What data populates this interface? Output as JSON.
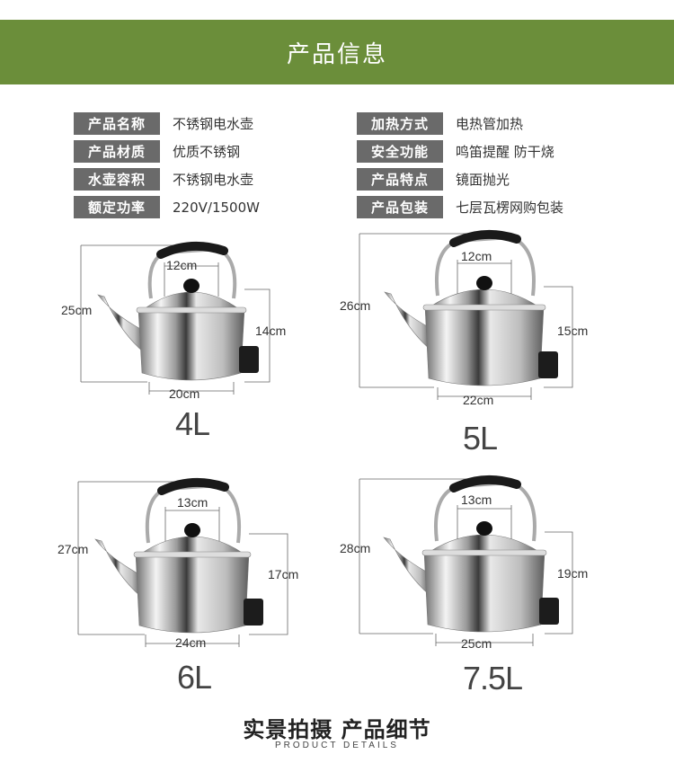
{
  "banner": {
    "title": "产品信息"
  },
  "specs_left": [
    {
      "key": "产品名称",
      "value": "不锈钢电水壶"
    },
    {
      "key": "产品材质",
      "value": "优质不锈钢"
    },
    {
      "key": "水壶容积",
      "value": "不锈钢电水壶"
    },
    {
      "key": "额定功率",
      "value": "220V/1500W"
    }
  ],
  "specs_right": [
    {
      "key": "加热方式",
      "value": "电热管加热"
    },
    {
      "key": "安全功能",
      "value": "鸣笛提醒 防干烧"
    },
    {
      "key": "产品特点",
      "value": "镜面抛光"
    },
    {
      "key": "产品包装",
      "value": "七层瓦楞网购包装"
    }
  ],
  "kettles": [
    {
      "capacity": "4L",
      "lid": "12cm",
      "height": "25cm",
      "body_height": "14cm",
      "base": "20cm"
    },
    {
      "capacity": "5L",
      "lid": "12cm",
      "height": "26cm",
      "body_height": "15cm",
      "base": "22cm"
    },
    {
      "capacity": "6L",
      "lid": "13cm",
      "height": "27cm",
      "body_height": "17cm",
      "base": "24cm"
    },
    {
      "capacity": "7.5L",
      "lid": "13cm",
      "height": "28cm",
      "body_height": "19cm",
      "base": "25cm"
    }
  ],
  "footer": {
    "title": "实景拍摄 产品细节",
    "subtitle": "PRODUCT DETAILS"
  },
  "colors": {
    "banner": "#6b8e3a",
    "spec_key_bg": "#6a6a6a"
  }
}
